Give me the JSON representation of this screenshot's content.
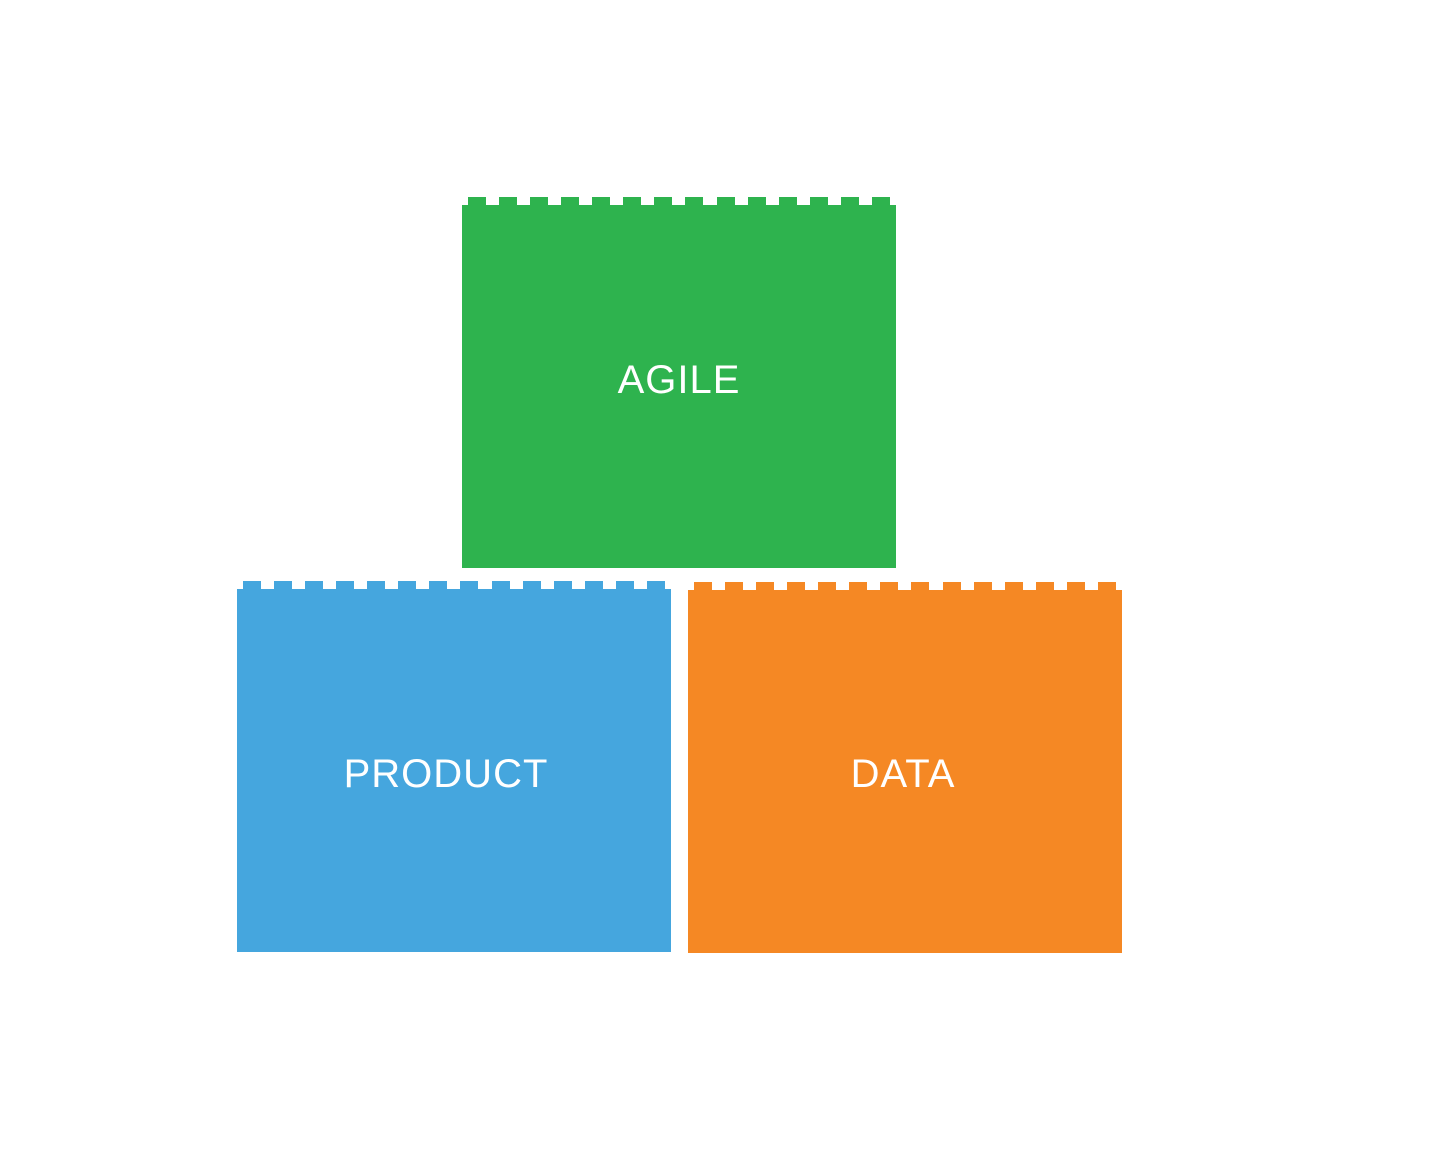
{
  "blocks": [
    {
      "id": "agile",
      "label": "AGILE",
      "color": "#2eb34e"
    },
    {
      "id": "product",
      "label": "PRODUCT",
      "color": "#45a6de"
    },
    {
      "id": "data",
      "label": "DATA",
      "color": "#f58824"
    }
  ]
}
